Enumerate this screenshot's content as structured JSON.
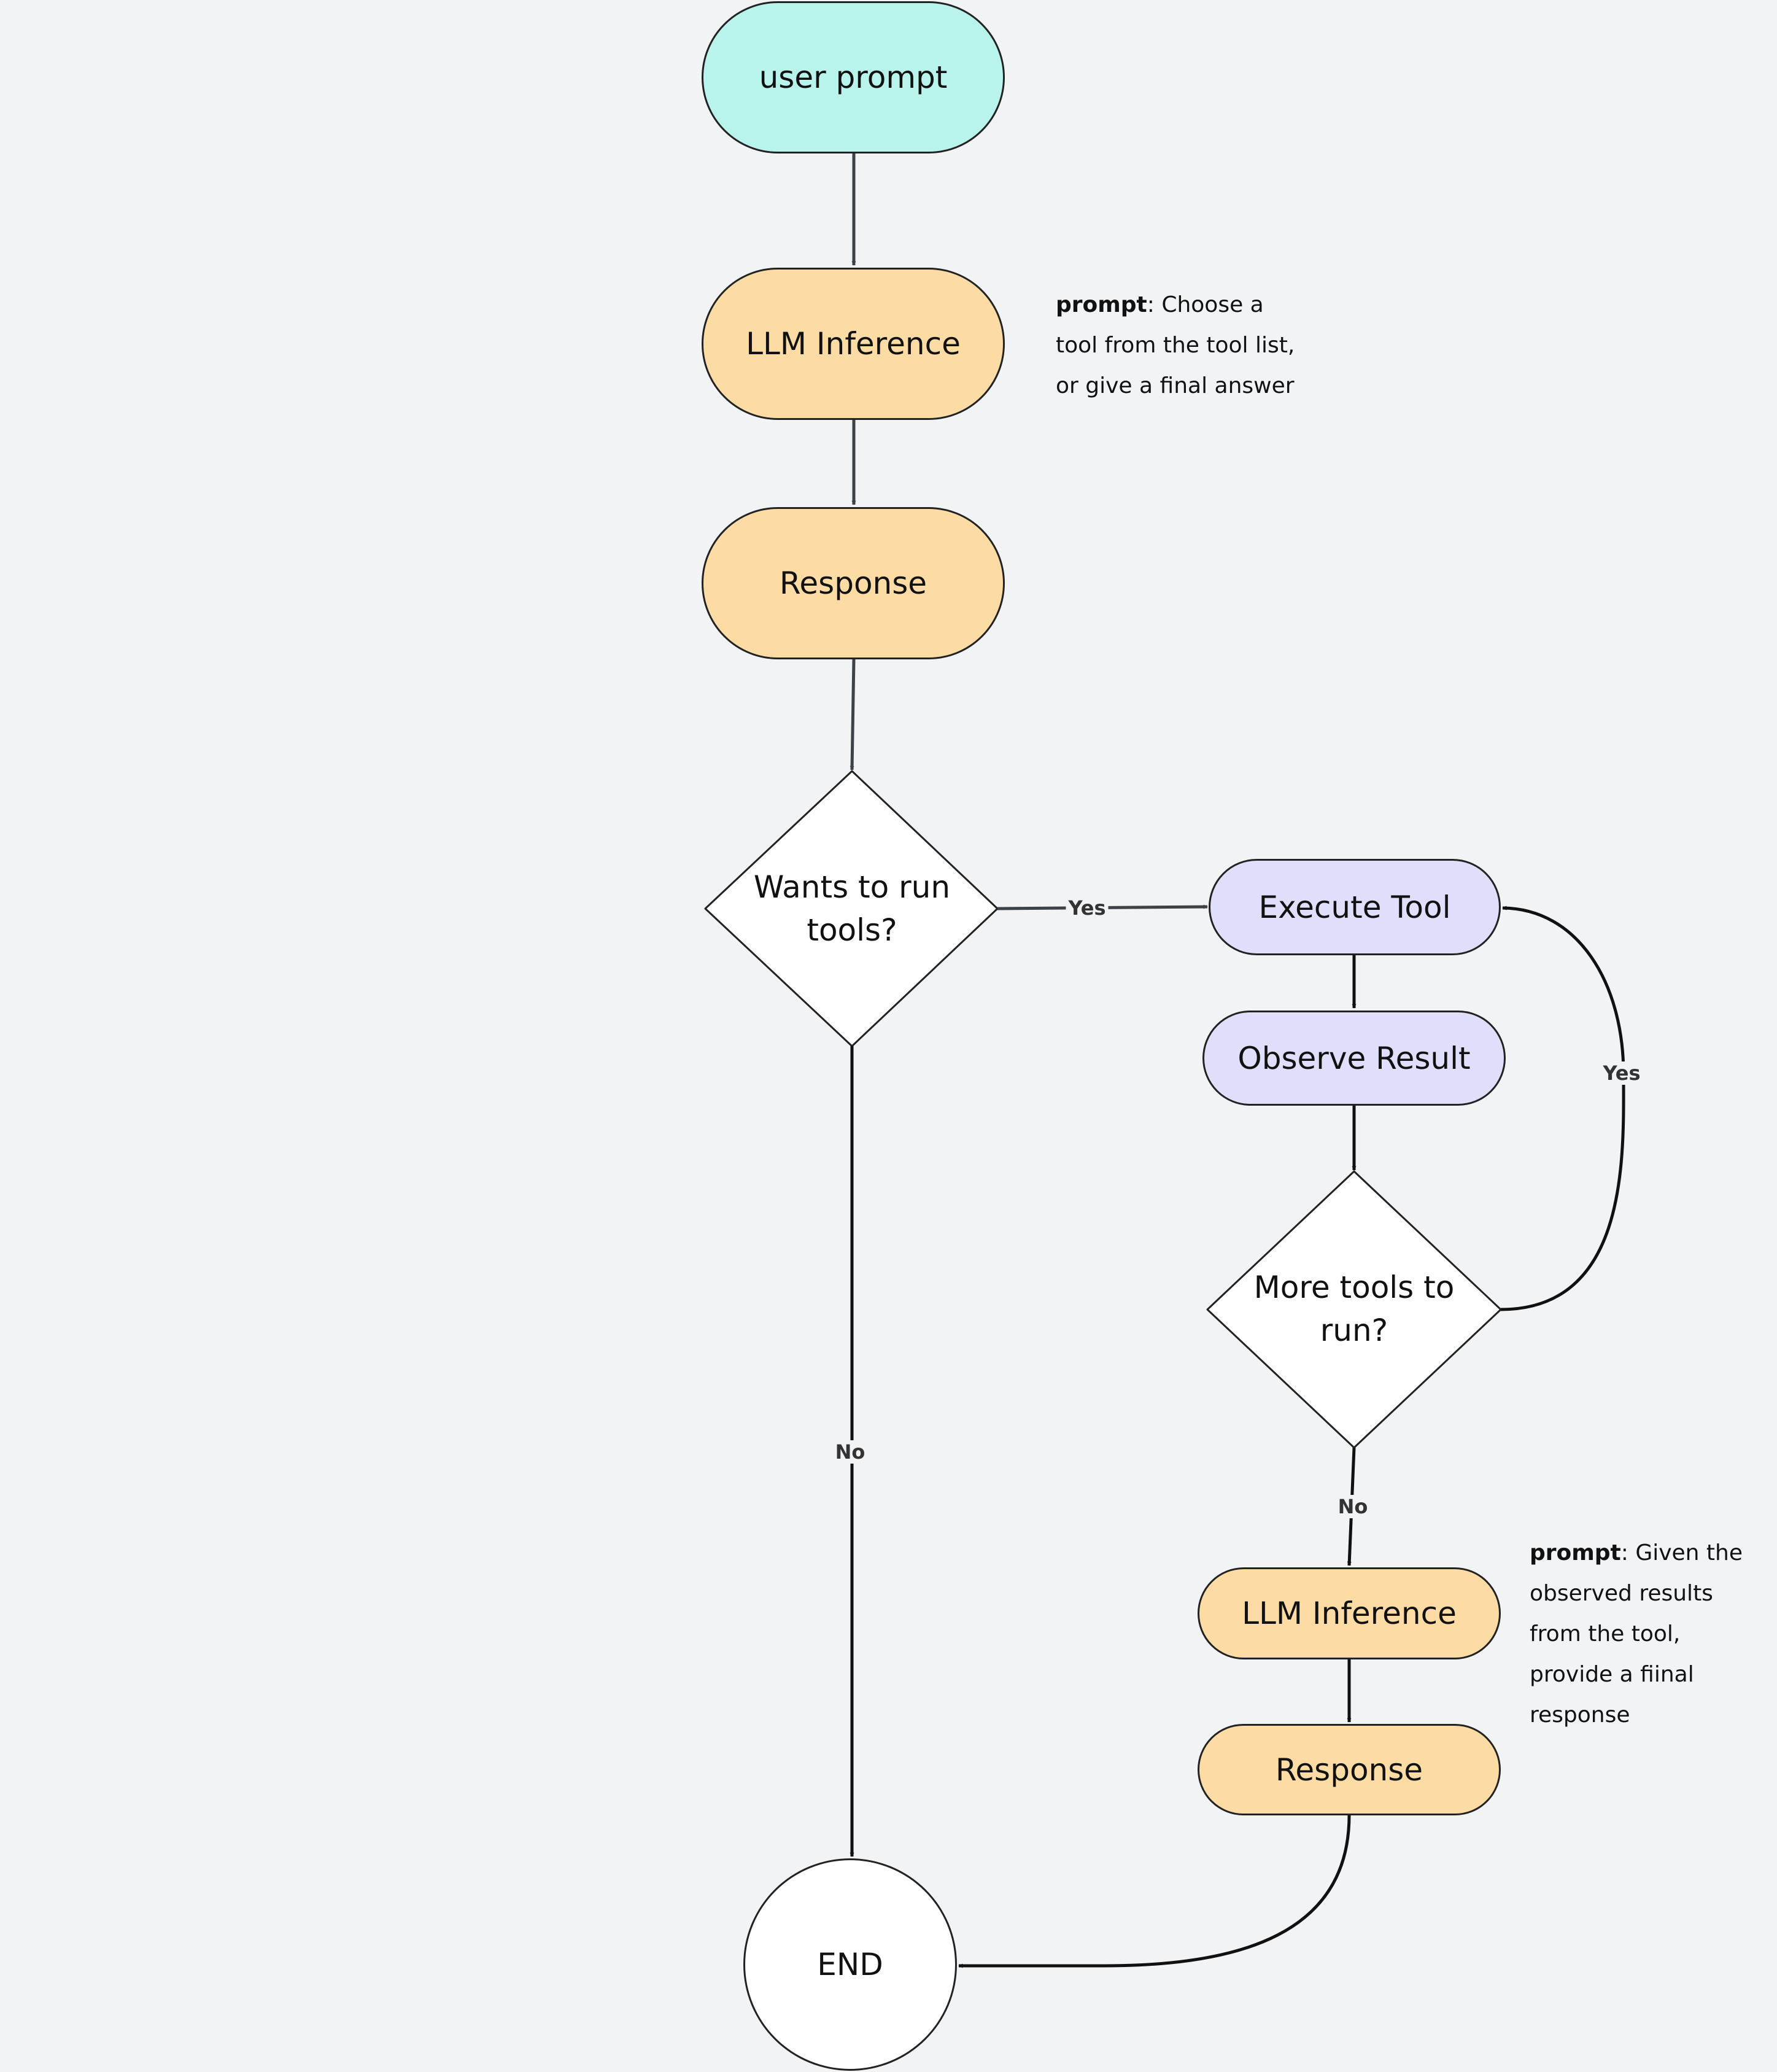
{
  "nodes": {
    "user_prompt": "user prompt",
    "llm_inference_1": "LLM Inference",
    "response_1": "Response",
    "decision_run_tools": "Wants to run tools?",
    "execute_tool": "Execute Tool",
    "observe_result": "Observe Result",
    "decision_more_tools": "More tools to run?",
    "llm_inference_2": "LLM Inference",
    "response_2": "Response",
    "end": "END"
  },
  "edge_labels": {
    "yes_1": "Yes",
    "no_1": "No",
    "yes_2": "Yes",
    "no_2": "No"
  },
  "notes": {
    "note_1": {
      "keyword": "prompt",
      "text": ": Choose a tool from the tool list, or give a final answer"
    },
    "note_2": {
      "keyword": "prompt",
      "text": ": Given the observed results from the tool, provide a fiinal response"
    }
  },
  "colors": {
    "start": "#b8f4ec",
    "llm": "#fcdca4",
    "tool": "#dfdffc",
    "decision": "#ffffff",
    "background": "#f2f3f5"
  }
}
